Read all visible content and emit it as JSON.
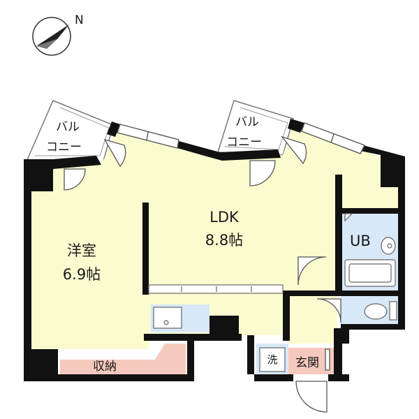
{
  "compass": {
    "label": "N",
    "icon": "north-arrow-icon"
  },
  "rooms": {
    "balcony_left": {
      "line1": "バル",
      "line2": "コニー"
    },
    "balcony_right": {
      "line1": "バル",
      "line2": "コニー"
    },
    "ldk": {
      "name": "LDK",
      "size": "8.8帖"
    },
    "western": {
      "name": "洋室",
      "size": "6.9帖"
    },
    "unit_bath": {
      "name": "UB"
    },
    "storage": {
      "name": "収納"
    },
    "laundry": {
      "name": "洗"
    },
    "entrance": {
      "name": "玄関"
    }
  },
  "colors": {
    "room_fill": "#fbfbd0",
    "wet_fill": "#d8e8f8",
    "storage_fill": "#f6c9be",
    "wall": "#111111",
    "line": "#666666"
  }
}
